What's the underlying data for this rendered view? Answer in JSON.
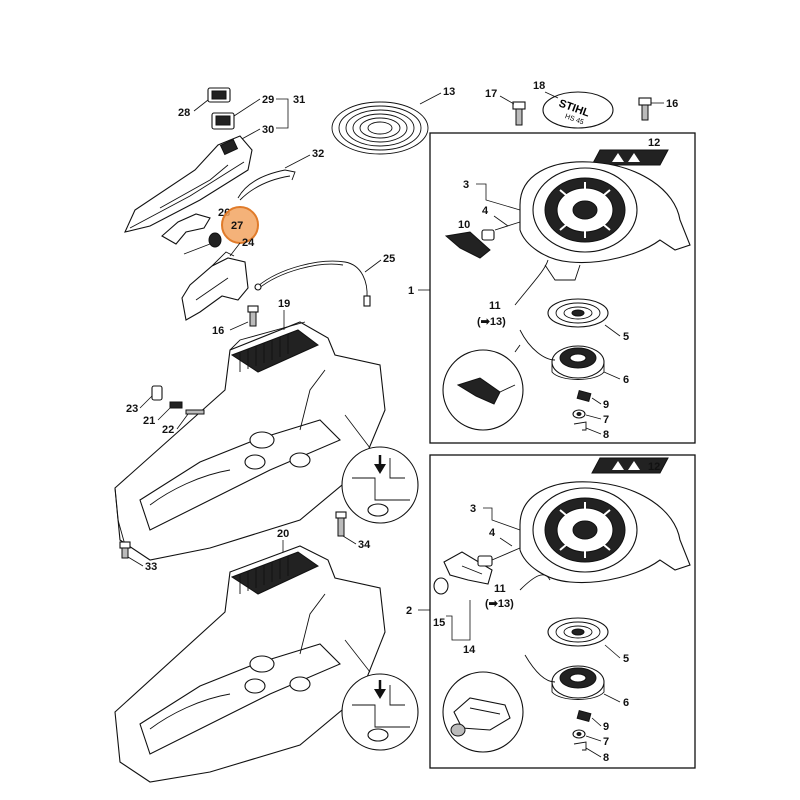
{
  "diagram": {
    "highlighted_callout": "27",
    "highlight_color": "#f2a561",
    "labels": {
      "p1": "1",
      "p2": "2",
      "p3a": "3",
      "p3b": "3",
      "p4a": "4",
      "p4b": "4",
      "p5a": "5",
      "p5b": "5",
      "p6a": "6",
      "p6b": "6",
      "p7a": "7",
      "p7b": "7",
      "p8a": "8",
      "p8b": "8",
      "p9a": "9",
      "p9b": "9",
      "p10": "10",
      "p11a": "11",
      "p11b": "11",
      "ref13a": "(➡13)",
      "ref13b": "(➡13)",
      "p12a": "12",
      "p12b": "12",
      "p13": "13",
      "p14": "14",
      "p15": "15",
      "p16a": "16",
      "p16b": "16",
      "p17": "17",
      "p18": "18",
      "p19": "19",
      "p20": "20",
      "p21": "21",
      "p22": "22",
      "p23": "23",
      "p24": "24",
      "p25": "25",
      "p26": "26",
      "p27": "27",
      "p28": "28",
      "p29": "29",
      "p30": "30",
      "p31": "31",
      "p32": "32",
      "p33": "33",
      "p34": "34"
    },
    "decal_text": "STIHL",
    "decal_subtext": "HS 45"
  }
}
